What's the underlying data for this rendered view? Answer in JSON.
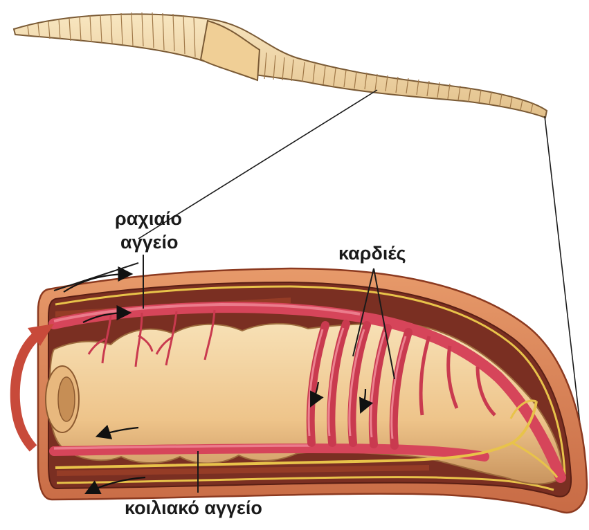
{
  "labels": {
    "dorsal_vessel_line1": "ραχιαίο",
    "dorsal_vessel_line2": "αγγείο",
    "hearts": "καρδιές",
    "ventral_vessel": "κοιλιακό αγγείο"
  },
  "colors": {
    "body_wall": "#d98a5c",
    "body_wall_dark": "#a94e2e",
    "cavity": "#7a2f22",
    "gut": "#f3d3a0",
    "gut_shadow": "#d9a872",
    "vessel": "#d6455a",
    "vessel_dark": "#9e2438",
    "nerve": "#e8c34a",
    "worm": "#f2d9a8",
    "worm_ring": "#b98a55"
  }
}
